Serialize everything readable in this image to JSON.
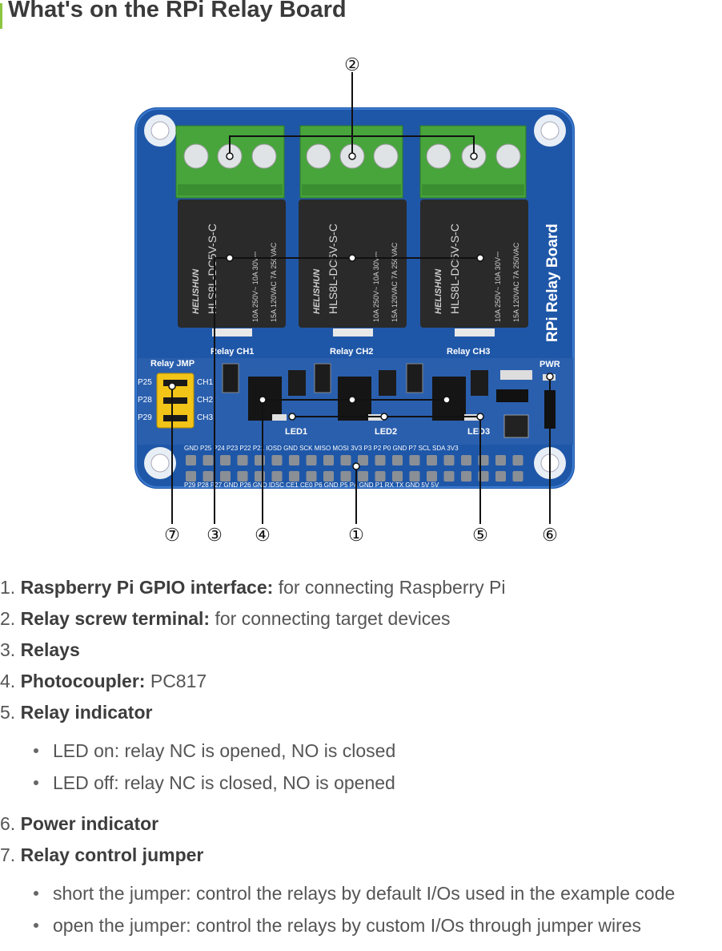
{
  "page": {
    "title": "What's on the RPi Relay Board"
  },
  "colors": {
    "accent": "#8cc63f",
    "board": "#1f57a8",
    "terminal": "#47a53c",
    "relay": "#2a2a2a",
    "callout": "#111111"
  },
  "diagram": {
    "board_label": "RPi Relay Board",
    "relay_labels": [
      "Relay CH1",
      "Relay CH2",
      "Relay CH3"
    ],
    "led_labels": [
      "LED1",
      "LED2",
      "LED3"
    ],
    "jumper_title": "Relay JMP",
    "jumper_pins": [
      "P25",
      "P28",
      "P29"
    ],
    "jumper_channels": [
      "CH1",
      "CH2",
      "CH3"
    ],
    "pwr_label": "PWR",
    "relay_model": "HLS8L-DC5V-S-C",
    "relay_brand": "HELISHUN",
    "relay_rating": "10A 250V~ 10A 30V⎓",
    "relay_rating2": "15A 120VAC 7A 250VAC",
    "header_top": "GND P25 P24 P23 P22 P21 IOSD GND SCK MISO MOSI 3V3 P3 P2 P0 GND P7 SCL SDA 3V3",
    "header_bottom": "P29 P28 P27 GND P26 GND IDSC CE1 CE0 P6 GND P5 P4 GND P1 RX TX GND 5V 5V",
    "callouts_top": [
      "②"
    ],
    "callouts_bottom": [
      "⑦",
      "③",
      "④",
      "①",
      "⑤",
      "⑥"
    ]
  },
  "items": [
    {
      "num": "1.",
      "label": "Raspberry Pi GPIO interface:",
      "desc": " for connecting Raspberry Pi"
    },
    {
      "num": "2.",
      "label": "Relay screw terminal:",
      "desc": " for connecting target devices"
    },
    {
      "num": "3.",
      "label": "Relays",
      "desc": ""
    },
    {
      "num": "4.",
      "label": "Photocoupler:",
      "desc": " PC817"
    },
    {
      "num": "5.",
      "label": "Relay indicator",
      "desc": "",
      "subs": [
        "LED on: relay NC is opened, NO is closed",
        "LED off: relay NC is closed, NO is opened"
      ]
    },
    {
      "num": "6.",
      "label": "Power indicator",
      "desc": ""
    },
    {
      "num": "7.",
      "label": "Relay control jumper",
      "desc": "",
      "subs": [
        "short the jumper: control the relays by default I/Os used in the example code",
        "open the jumper: control the relays by custom I/Os through jumper wires"
      ]
    }
  ]
}
